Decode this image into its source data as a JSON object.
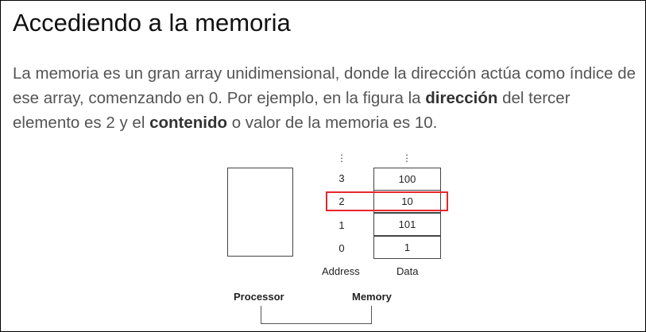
{
  "title": "Accediendo a la memoria",
  "paragraph": {
    "part1": "La memoria es un gran array unidimensional, donde la dirección actúa como índice de ese array, comenzando en 0. Por ejemplo, en la figura la ",
    "bold1": "dirección",
    "part2": " del tercer elemento es 2 y el ",
    "bold2": "contenido",
    "part3": " o valor de la memoria es 10."
  },
  "diagram": {
    "rows": [
      {
        "address": "3",
        "data": "100"
      },
      {
        "address": "2",
        "data": "10"
      },
      {
        "address": "1",
        "data": "101"
      },
      {
        "address": "0",
        "data": "1"
      }
    ],
    "address_label": "Address",
    "data_label": "Data",
    "processor_label": "Processor",
    "memory_label": "Memory",
    "highlight_color": "#e8262a"
  }
}
